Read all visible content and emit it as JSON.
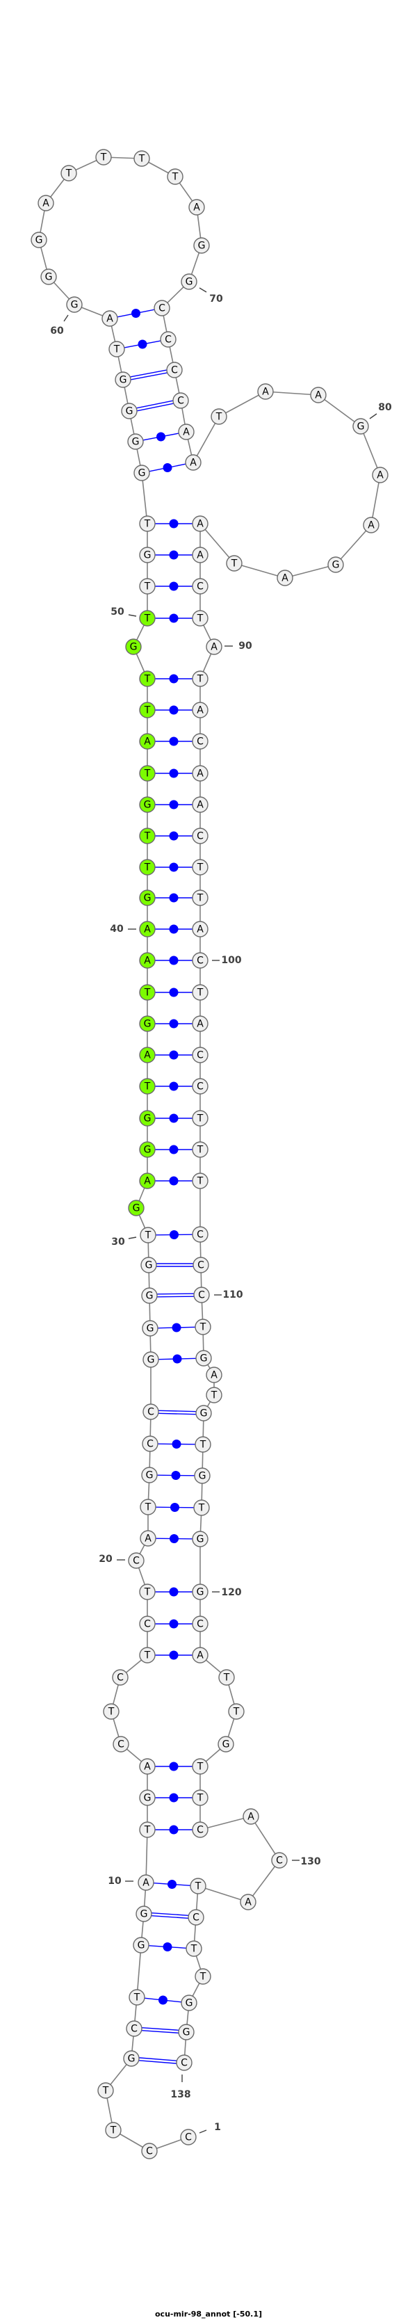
{
  "title": "ocu-mir-98_annot [-50.1]",
  "structure": {
    "length": 138,
    "sequence": "CCTTGCTGGATGACTCTCTCATGCCGGGGTGAGGTAGTAAGTTGTATTGTTGTGGGGTAGGGATTTTAGGCCCCAATAAGAAGATAACTATACAACTTACTACCTTTCCCTGATGTGTGGCATTGTTCACATCTTGGC",
    "pairs": [
      [
        5,
        138
      ],
      [
        6,
        137
      ],
      [
        7,
        136
      ],
      [
        8,
        134
      ],
      [
        9,
        133
      ],
      [
        10,
        132
      ],
      [
        11,
        128
      ],
      [
        12,
        127
      ],
      [
        13,
        126
      ],
      [
        17,
        122
      ],
      [
        18,
        121
      ],
      [
        19,
        120
      ],
      [
        21,
        119
      ],
      [
        22,
        118
      ],
      [
        23,
        117
      ],
      [
        24,
        116
      ],
      [
        25,
        115
      ],
      [
        26,
        112
      ],
      [
        27,
        111
      ],
      [
        28,
        110
      ],
      [
        29,
        109
      ],
      [
        30,
        108
      ],
      [
        32,
        107
      ],
      [
        33,
        106
      ],
      [
        34,
        105
      ],
      [
        35,
        104
      ],
      [
        36,
        103
      ],
      [
        37,
        102
      ],
      [
        38,
        101
      ],
      [
        39,
        100
      ],
      [
        40,
        99
      ],
      [
        41,
        98
      ],
      [
        42,
        97
      ],
      [
        43,
        96
      ],
      [
        44,
        95
      ],
      [
        45,
        94
      ],
      [
        46,
        93
      ],
      [
        47,
        92
      ],
      [
        48,
        91
      ],
      [
        50,
        89
      ],
      [
        51,
        88
      ],
      [
        52,
        87
      ],
      [
        53,
        86
      ],
      [
        54,
        76
      ],
      [
        55,
        75
      ],
      [
        56,
        74
      ],
      [
        57,
        73
      ],
      [
        58,
        72
      ],
      [
        59,
        71
      ]
    ],
    "highlighted_range": [
      31,
      50
    ],
    "position_labels": [
      {
        "index": 1,
        "text": "1"
      },
      {
        "index": 10,
        "text": "10"
      },
      {
        "index": 20,
        "text": "20"
      },
      {
        "index": 30,
        "text": "30"
      },
      {
        "index": 40,
        "text": "40"
      },
      {
        "index": 50,
        "text": "50"
      },
      {
        "index": 60,
        "text": "60"
      },
      {
        "index": 70,
        "text": "70"
      },
      {
        "index": 80,
        "text": "80"
      },
      {
        "index": 90,
        "text": "90"
      },
      {
        "index": 100,
        "text": "100"
      },
      {
        "index": 110,
        "text": "110"
      },
      {
        "index": 120,
        "text": "120"
      },
      {
        "index": 130,
        "text": "130"
      },
      {
        "index": 138,
        "text": "138"
      }
    ]
  },
  "colors": {
    "highlight": "#7cfc00",
    "nucleotide_fill": "#f0f0f0",
    "pair": "#0000ff",
    "backbone": "#808080"
  }
}
